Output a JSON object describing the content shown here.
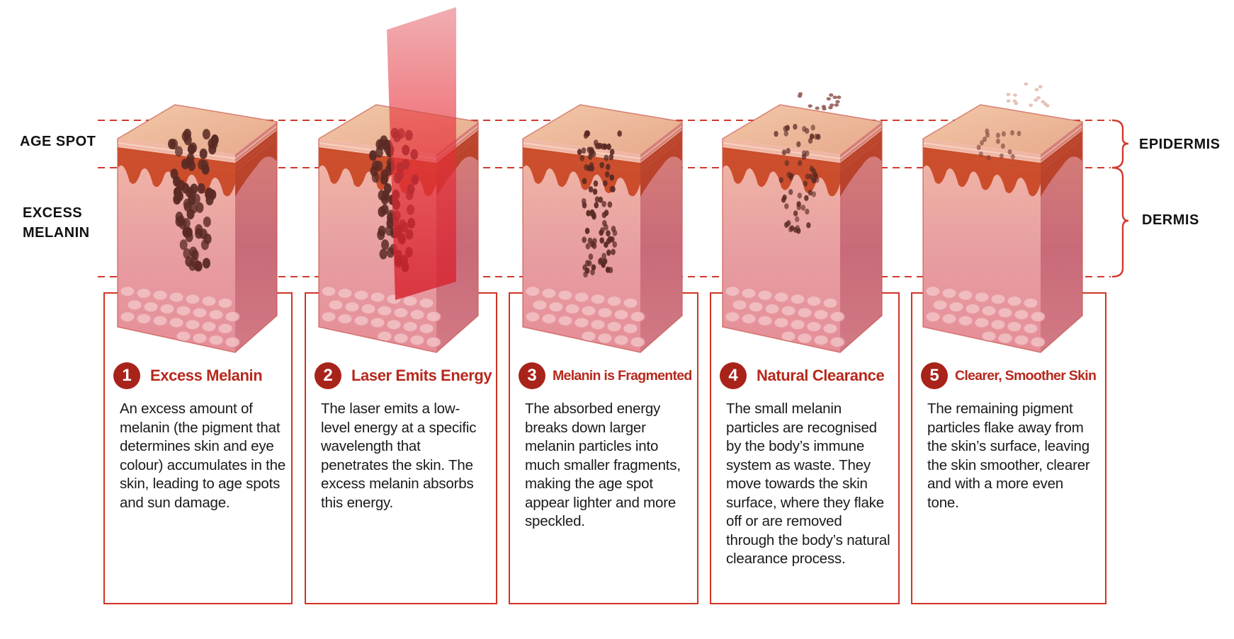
{
  "colors": {
    "accent": "#cf3426",
    "number_badge": "#a8231a",
    "title_text": "#b7281c",
    "laser": "#e84a55"
  },
  "labels": {
    "age_spot": "AGE SPOT",
    "excess_melanin_line1": "EXCESS",
    "excess_melanin_line2": "MELANIN",
    "epidermis": "EPIDERMIS",
    "dermis": "DERMIS"
  },
  "steps": [
    {
      "number": "1",
      "title": "Excess Melanin",
      "description": "An excess amount of melanin (the pigment that determines skin and eye colour) accumulates in the skin, leading to age spots and sun damage."
    },
    {
      "number": "2",
      "title": "Laser Emits Energy",
      "description": "The laser emits a low-level energy at a specific wavelength that penetrates the skin. The excess melanin absorbs this energy."
    },
    {
      "number": "3",
      "title": "Melanin is Fragmented",
      "description": "The absorbed energy breaks down larger melanin particles into much smaller fragments, making the age spot appear lighter and more speckled."
    },
    {
      "number": "4",
      "title": "Natural Clearance",
      "description": "The small melanin particles are recognised by the body’s immune system as waste. They move towards the skin surface, where they flake off or are removed through the body’s natural clearance process."
    },
    {
      "number": "5",
      "title": "Clearer, Smoother Skin",
      "description": "The remaining pigment particles flake away from the skin’s surface, leaving the skin smoother, clearer and with a more even tone."
    }
  ]
}
